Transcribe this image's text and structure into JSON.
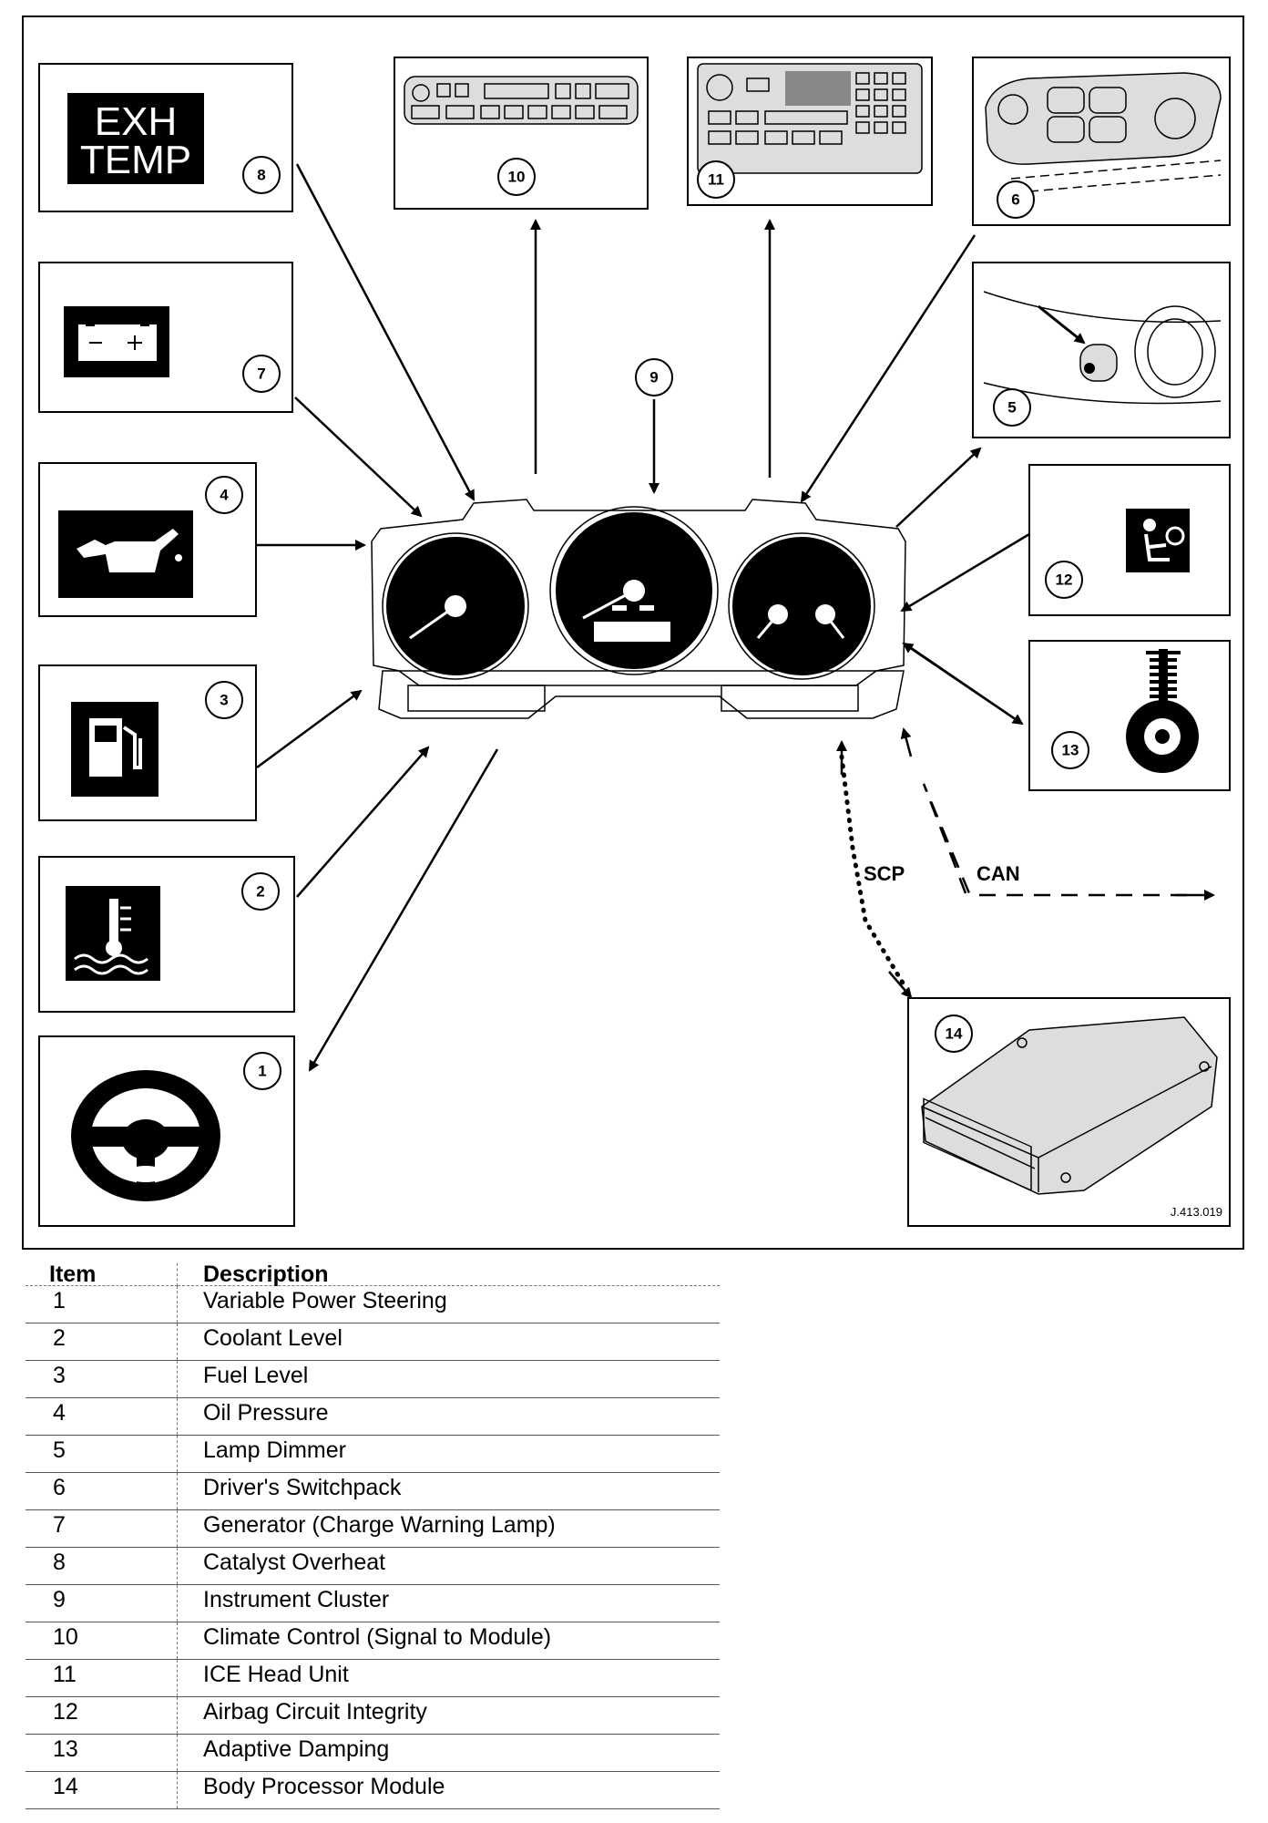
{
  "callouts": {
    "n1": "1",
    "n2": "2",
    "n3": "3",
    "n4": "4",
    "n5": "5",
    "n6": "6",
    "n7": "7",
    "n8": "8",
    "n9": "9",
    "n10": "10",
    "n11": "11",
    "n12": "12",
    "n13": "13",
    "n14": "14"
  },
  "exh_line1": "EXH",
  "exh_line2": "TEMP",
  "bus_scp": "SCP",
  "bus_can": "CAN",
  "figure_ref": "J.413.019",
  "table": {
    "header": {
      "item": "Item",
      "description": "Description"
    },
    "rows": [
      {
        "item": "1",
        "description": "Variable Power Steering"
      },
      {
        "item": "2",
        "description": "Coolant Level"
      },
      {
        "item": "3",
        "description": "Fuel Level"
      },
      {
        "item": "4",
        "description": "Oil Pressure"
      },
      {
        "item": "5",
        "description": "Lamp Dimmer"
      },
      {
        "item": "6",
        "description": "Driver's Switchpack"
      },
      {
        "item": "7",
        "description": "Generator (Charge Warning Lamp)"
      },
      {
        "item": "8",
        "description": "Catalyst Overheat"
      },
      {
        "item": "9",
        "description": "Instrument Cluster"
      },
      {
        "item": "10",
        "description": "Climate Control (Signal to Module)"
      },
      {
        "item": "11",
        "description": "ICE Head Unit"
      },
      {
        "item": "12",
        "description": "Airbag Circuit Integrity"
      },
      {
        "item": "13",
        "description": "Adaptive Damping"
      },
      {
        "item": "14",
        "description": "Body Processor Module"
      }
    ]
  }
}
